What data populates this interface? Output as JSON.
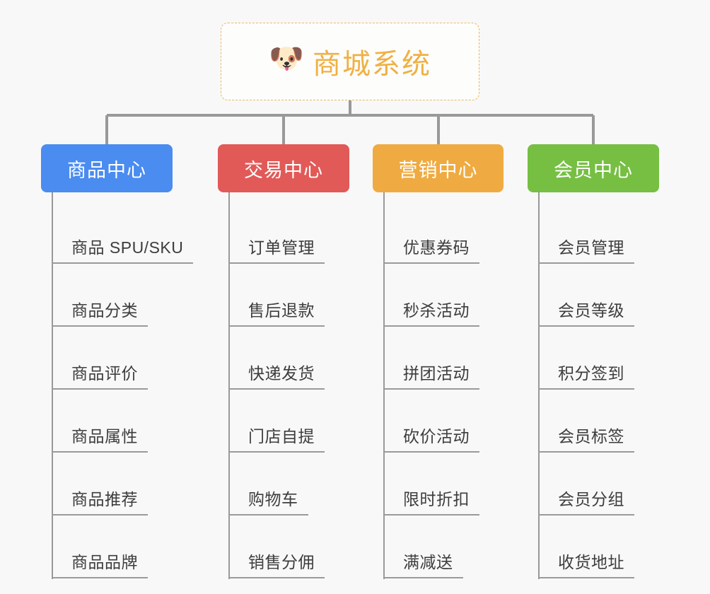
{
  "page": {
    "background_color": "#f8f8f8",
    "line_color": "#999999",
    "leaf_text_color": "#3d3d3d"
  },
  "root": {
    "icon": "dog-face-emoji",
    "emoji": "🐶",
    "title": "商城系统",
    "text_color": "#f0b044",
    "border_color": "#e8b964",
    "background_color": "#fdfdfc"
  },
  "categories": [
    {
      "label": "商品中心",
      "color": "#4a8cf0",
      "items": [
        "商品 SPU/SKU",
        "商品分类",
        "商品评价",
        "商品属性",
        "商品推荐",
        "商品品牌"
      ]
    },
    {
      "label": "交易中心",
      "color": "#e15a58",
      "items": [
        "订单管理",
        "售后退款",
        "快递发货",
        "门店自提",
        "购物车",
        "销售分佣"
      ]
    },
    {
      "label": "营销中心",
      "color": "#efab41",
      "items": [
        "优惠券码",
        "秒杀活动",
        "拼团活动",
        "砍价活动",
        "限时折扣",
        "满减送"
      ]
    },
    {
      "label": "会员中心",
      "color": "#76bf43",
      "items": [
        "会员管理",
        "会员等级",
        "积分签到",
        "会员标签",
        "会员分组",
        "收货地址"
      ]
    }
  ]
}
